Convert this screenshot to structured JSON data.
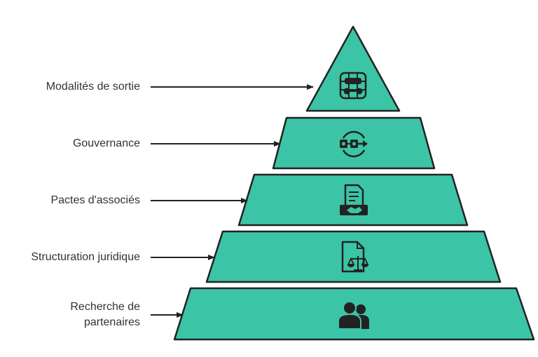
{
  "colors": {
    "tier_fill": "#3cc4a6",
    "outline": "#222222",
    "arrow": "#222222",
    "label_text": "#333333"
  },
  "tiers": [
    {
      "label": "Modalités de sortie",
      "icon": "exit-strategy-grid-icon"
    },
    {
      "label": "Gouvernance",
      "icon": "governance-cycle-icon"
    },
    {
      "label": "Pactes d'associés",
      "icon": "partners-pact-handshake-icon"
    },
    {
      "label": "Structuration juridique",
      "icon": "legal-document-scales-icon"
    },
    {
      "label_line1": "Recherche de",
      "label_line2": "partenaires",
      "icon": "partners-people-icon"
    }
  ]
}
